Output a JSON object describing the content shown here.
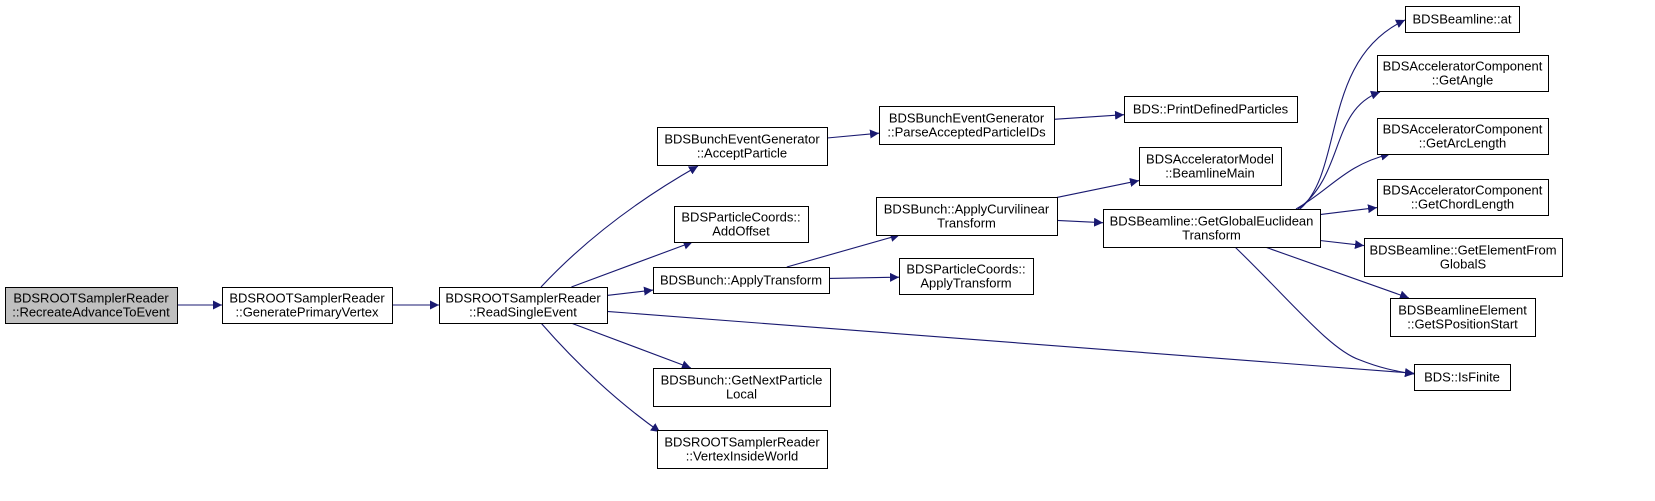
{
  "colors": {
    "edge": "#191970",
    "node_border": "#000000",
    "root_fill": "#bfbfbf",
    "node_fill": "#ffffff"
  },
  "nodes": [
    {
      "id": "root",
      "lines": [
        "BDSROOTSamplerReader",
        "::RecreateAdvanceToEvent"
      ],
      "highlighted": true
    },
    {
      "id": "genPrimary",
      "lines": [
        "BDSROOTSamplerReader",
        "::GeneratePrimaryVertex"
      ]
    },
    {
      "id": "readSingle",
      "lines": [
        "BDSROOTSamplerReader",
        "::ReadSingleEvent"
      ]
    },
    {
      "id": "acceptParticle",
      "lines": [
        "BDSBunchEventGenerator",
        "::AcceptParticle"
      ]
    },
    {
      "id": "addOffset",
      "lines": [
        "BDSParticleCoords::",
        "AddOffset"
      ]
    },
    {
      "id": "applyTransform",
      "lines": [
        "BDSBunch::ApplyTransform"
      ]
    },
    {
      "id": "getNextParticle",
      "lines": [
        "BDSBunch::GetNextParticle",
        "Local"
      ]
    },
    {
      "id": "vertexInside",
      "lines": [
        "BDSROOTSamplerReader",
        "::VertexInsideWorld"
      ]
    },
    {
      "id": "parseAccepted",
      "lines": [
        "BDSBunchEventGenerator",
        "::ParseAcceptedParticleIDs"
      ]
    },
    {
      "id": "applyCurv",
      "lines": [
        "BDSBunch::ApplyCurvilinear",
        "Transform"
      ]
    },
    {
      "id": "pcApplyTransform",
      "lines": [
        "BDSParticleCoords::",
        "ApplyTransform"
      ]
    },
    {
      "id": "printDefined",
      "lines": [
        "BDS::PrintDefinedParticles"
      ]
    },
    {
      "id": "beamlineMain",
      "lines": [
        "BDSAcceleratorModel",
        "::BeamlineMain"
      ]
    },
    {
      "id": "globalEuclid",
      "lines": [
        "BDSBeamline::GetGlobalEuclidean",
        "Transform"
      ]
    },
    {
      "id": "at",
      "lines": [
        "BDSBeamline::at"
      ]
    },
    {
      "id": "getAngle",
      "lines": [
        "BDSAcceleratorComponent",
        "::GetAngle"
      ]
    },
    {
      "id": "getArc",
      "lines": [
        "BDSAcceleratorComponent",
        "::GetArcLength"
      ]
    },
    {
      "id": "getChord",
      "lines": [
        "BDSAcceleratorComponent",
        "::GetChordLength"
      ]
    },
    {
      "id": "getElemFrom",
      "lines": [
        "BDSBeamline::GetElementFrom",
        "GlobalS"
      ]
    },
    {
      "id": "getSPos",
      "lines": [
        "BDSBeamlineElement",
        "::GetSPositionStart"
      ]
    },
    {
      "id": "isFinite",
      "lines": [
        "BDS::IsFinite"
      ]
    }
  ],
  "edges": [
    [
      "root",
      "genPrimary"
    ],
    [
      "genPrimary",
      "readSingle"
    ],
    [
      "readSingle",
      "acceptParticle"
    ],
    [
      "readSingle",
      "addOffset"
    ],
    [
      "readSingle",
      "applyTransform"
    ],
    [
      "readSingle",
      "isFinite"
    ],
    [
      "readSingle",
      "getNextParticle"
    ],
    [
      "readSingle",
      "vertexInside"
    ],
    [
      "acceptParticle",
      "parseAccepted"
    ],
    [
      "parseAccepted",
      "printDefined"
    ],
    [
      "applyTransform",
      "applyCurv"
    ],
    [
      "applyTransform",
      "pcApplyTransform"
    ],
    [
      "applyCurv",
      "beamlineMain"
    ],
    [
      "applyCurv",
      "globalEuclid"
    ],
    [
      "globalEuclid",
      "at"
    ],
    [
      "globalEuclid",
      "getAngle"
    ],
    [
      "globalEuclid",
      "getArc"
    ],
    [
      "globalEuclid",
      "getChord"
    ],
    [
      "globalEuclid",
      "getElemFrom"
    ],
    [
      "globalEuclid",
      "getSPos"
    ],
    [
      "globalEuclid",
      "isFinite"
    ]
  ]
}
